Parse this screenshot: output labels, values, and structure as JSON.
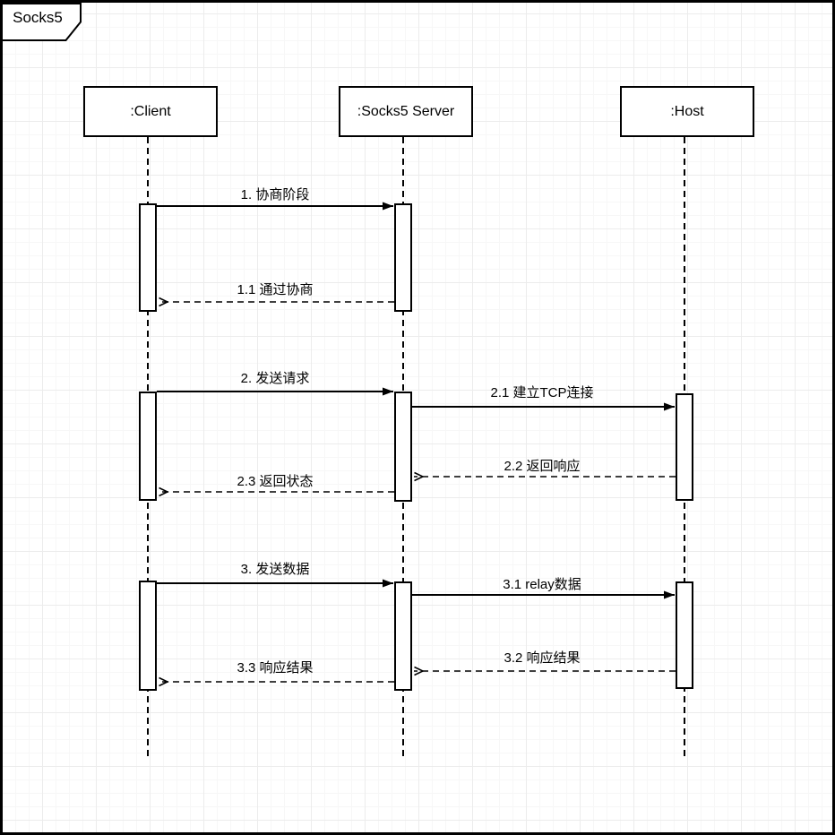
{
  "frame": {
    "title": "Socks5"
  },
  "actors": [
    {
      "id": "client",
      "label": ":Client"
    },
    {
      "id": "socks5-server",
      "label": ":Socks5 Server"
    },
    {
      "id": "host",
      "label": ":Host"
    }
  ],
  "messages": [
    {
      "seq": "1",
      "label": "1. 协商阶段",
      "from": ":Client",
      "to": ":Socks5 Server",
      "kind": "solid"
    },
    {
      "seq": "1.1",
      "label": "1.1 通过协商",
      "from": ":Socks5 Server",
      "to": ":Client",
      "kind": "dashed-return"
    },
    {
      "seq": "2",
      "label": "2. 发送请求",
      "from": ":Client",
      "to": ":Socks5 Server",
      "kind": "solid"
    },
    {
      "seq": "2.1",
      "label": "2.1 建立TCP连接",
      "from": ":Socks5 Server",
      "to": ":Host",
      "kind": "solid"
    },
    {
      "seq": "2.2",
      "label": "2.2 返回响应",
      "from": ":Host",
      "to": ":Socks5 Server",
      "kind": "dashed-return"
    },
    {
      "seq": "2.3",
      "label": "2.3 返回状态",
      "from": ":Socks5 Server",
      "to": ":Client",
      "kind": "dashed-return"
    },
    {
      "seq": "3",
      "label": "3. 发送数据",
      "from": ":Client",
      "to": ":Socks5 Server",
      "kind": "solid"
    },
    {
      "seq": "3.1",
      "label": "3.1 relay数据",
      "from": ":Socks5 Server",
      "to": ":Host",
      "kind": "solid"
    },
    {
      "seq": "3.2",
      "label": "3.2 响应结果",
      "from": ":Host",
      "to": ":Socks5 Server",
      "kind": "dashed-return"
    },
    {
      "seq": "3.3",
      "label": "3.3 响应结果",
      "from": ":Socks5 Server",
      "to": ":Client",
      "kind": "dashed-return"
    }
  ],
  "colors": {
    "stroke": "#000000",
    "background": "#ffffff",
    "grid_minor": "#f7f7f7",
    "grid_major": "#ececec"
  }
}
